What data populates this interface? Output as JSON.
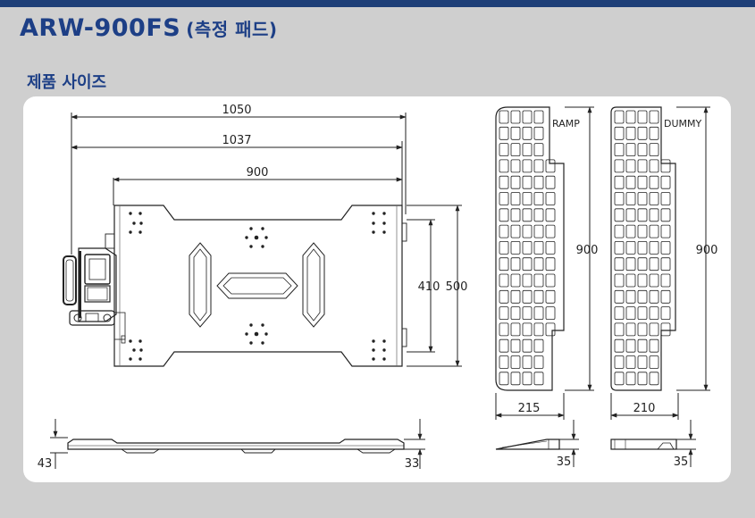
{
  "header": {
    "model": "ARW-900FS",
    "subtitle": "(측정 패드)"
  },
  "section_title": "제품 사이즈",
  "dimensions": {
    "pad_overall_width": "1050",
    "pad_body_width": "1037",
    "pad_mount_width": "900",
    "pad_inner_depth": "410",
    "pad_depth": "500",
    "pad_side_height_left": "43",
    "pad_side_height_right": "33",
    "ramp_label": "RAMP",
    "ramp_length": "900",
    "ramp_width": "215",
    "ramp_height": "35",
    "dummy_label": "DUMMY",
    "dummy_length": "900",
    "dummy_width": "210",
    "dummy_height": "35"
  },
  "colors": {
    "header_bar": "#1e3f78",
    "title_text": "#1d3f86",
    "background": "#cfcfcf",
    "panel": "#ffffff"
  }
}
